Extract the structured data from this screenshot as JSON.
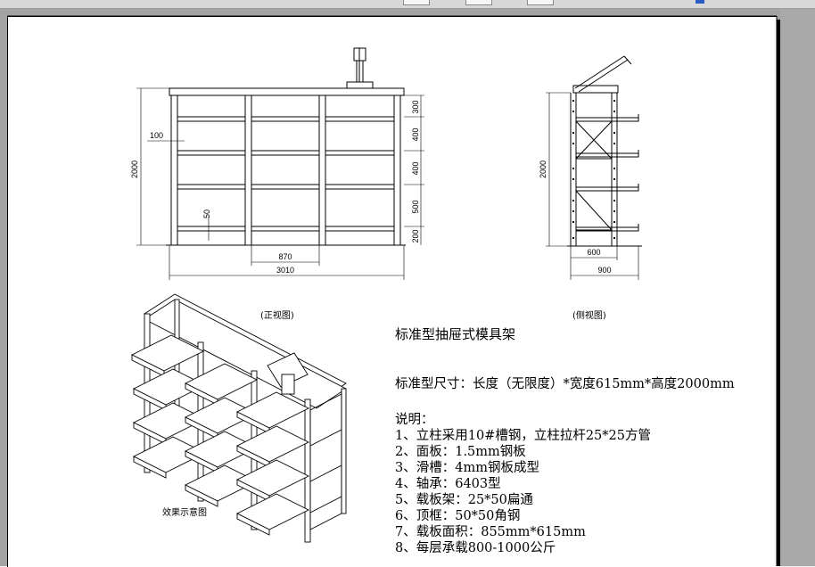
{
  "front_view": {
    "caption": "(正视图)",
    "dims": {
      "height": "2000",
      "shelf_label": "100",
      "bottom_label": "50",
      "bay_width": "870",
      "total_width": "3010",
      "levels": [
        "300",
        "400",
        "400",
        "500",
        "200"
      ]
    }
  },
  "side_view": {
    "caption": "(侧视图)",
    "dims": {
      "height": "2000",
      "depth": "600",
      "total_depth": "900"
    }
  },
  "iso_view": {
    "caption": "效果示意图"
  },
  "spec": {
    "title": "标准型抽屉式模具架",
    "size": "标准型尺寸：长度（无限度）*宽度615mm*高度2000mm",
    "notes_heading": "说明：",
    "notes": [
      "1、立柱采用10#槽钢，立柱拉杆25*25方管",
      "2、面板：1.5mm钢板",
      "3、滑槽：4mm钢板成型",
      "4、轴承：6403型",
      "5、载板架：25*50扁通",
      "6、顶框：50*50角钢",
      "7、载板面积：855mm*615mm",
      "8、每层承载800-1000公斤"
    ]
  }
}
